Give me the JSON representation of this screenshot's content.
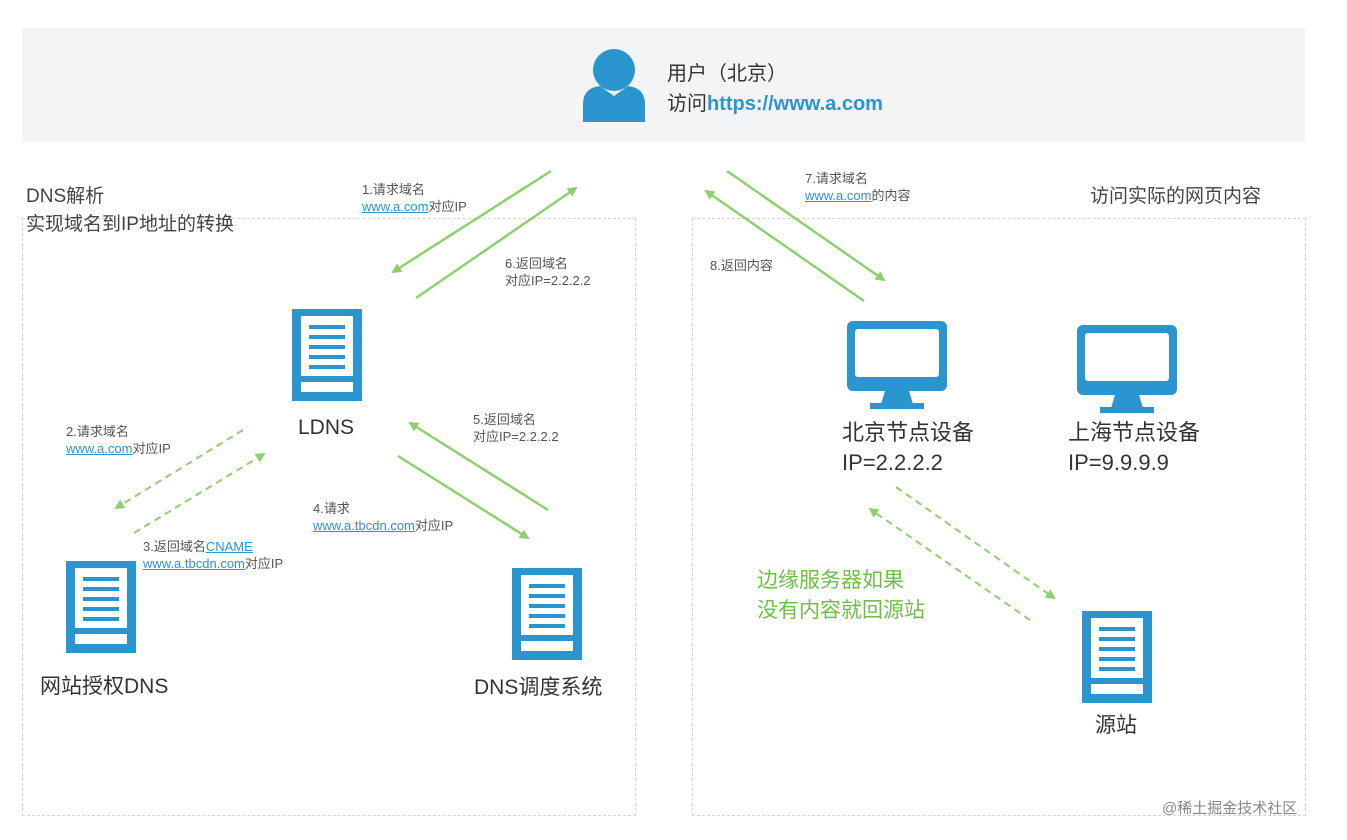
{
  "user": {
    "title": "用户（北京）",
    "visit_prefix": "访问",
    "url": "https://www.a.com"
  },
  "left_section": {
    "line1": "DNS解析",
    "line2": "实现域名到IP地址的转换"
  },
  "right_section": {
    "title": "访问实际的网页内容"
  },
  "nodes": {
    "ldns": "LDNS",
    "auth_dns": "网站授权DNS",
    "dns_sched": "DNS调度系统",
    "bj_node_name": "北京节点设备",
    "bj_node_ip": "IP=2.2.2.2",
    "sh_node_name": "上海节点设备",
    "sh_node_ip": "IP=9.9.9.9",
    "origin": "源站"
  },
  "steps": {
    "s1_label": "1.请求域名",
    "s1_link": "www.a.com",
    "s1_suffix": "对应IP",
    "s2_label": "2.请求域名",
    "s2_link": "www.a.com",
    "s2_suffix": "对应IP",
    "s3_prefix": "3.返回域名",
    "s3_cname": "CNAME",
    "s3_link": "www.a.tbcdn.com",
    "s3_suffix": "对应IP",
    "s4_label": "4.请求",
    "s4_link": "www.a.tbcdn.com",
    "s4_suffix": "对应IP",
    "s5_line1": "5.返回域名",
    "s5_line2": "对应IP=2.2.2.2",
    "s6_line1": "6.返回域名",
    "s6_line2": "对应IP=2.2.2.2",
    "s7_label": "7.请求域名",
    "s7_link": "www.a.com",
    "s7_suffix": "的内容",
    "s8_label": "8.返回内容"
  },
  "edge_note": {
    "line1": "边缘服务器如果",
    "line2": "没有内容就回源站"
  },
  "watermark": "@稀土掘金技术社区",
  "colors": {
    "icon_blue": "#2a95cf",
    "arrow_green": "#8fd06e",
    "note_green": "#6cc04a",
    "link_blue": "#2a95cf"
  },
  "icons": {
    "user": "user-icon",
    "server": "server-icon",
    "monitor": "monitor-icon"
  }
}
